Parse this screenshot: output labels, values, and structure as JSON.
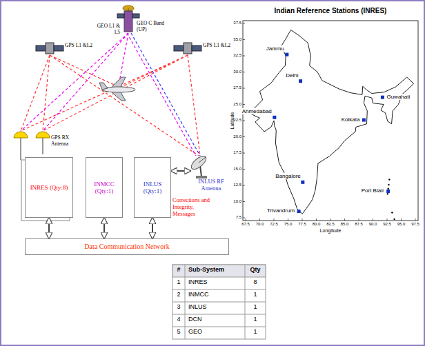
{
  "diagram": {
    "title": "Indian Reference Stations (INRES)",
    "nodes": [
      {
        "text": [
          "INRES (Qty:8)"
        ]
      },
      {
        "text": [
          "INMCC (Qty:1)"
        ]
      },
      {
        "text": [
          "INLUS (Qty:1)"
        ]
      },
      {
        "text": [
          "INLUS RF Antenna"
        ]
      },
      {
        "text": [
          "Data Communication Network"
        ]
      }
    ],
    "edges": [
      {
        "from": 2,
        "to": 3,
        "arrow": "both",
        "label": "Corrections and Integrity, Messages"
      },
      {
        "from": 0,
        "to": 4,
        "arrow": "both"
      },
      {
        "from": 1,
        "to": 4,
        "arrow": "both"
      },
      {
        "from": 2,
        "to": 4,
        "arrow": "both"
      }
    ],
    "labels": [
      "GPS L1 &L2",
      "GEO L1 & L5",
      "GEO C Band (UP)",
      "GPS L1 &L2",
      "GPS RX Antenna",
      "Jammu",
      "Delhi",
      "Ahmedabad",
      "Guwahati",
      "Kolkata",
      "Bangalore",
      "Port Blair",
      "Trivandrum",
      "Latitude",
      "Longitude",
      "37.5",
      "35.0",
      "32.5",
      "30.0",
      "27.5",
      "25.0",
      "22.5",
      "20.0",
      "17.5",
      "15.0",
      "12.5",
      "10.0",
      "7.5",
      "67.5",
      "70.0",
      "72.5",
      "75.0",
      "77.5",
      "80.0",
      "82.5",
      "85.0",
      "87.5",
      "90.0",
      "92.5",
      "95.0",
      "97.5",
      "#",
      "Sub-System",
      "Qty",
      "1",
      "INRES",
      "8",
      "2",
      "INMCC",
      "1",
      "3",
      "INLUS",
      "1",
      "4",
      "DCN",
      "1",
      "5",
      "GEO",
      "1"
    ]
  }
}
